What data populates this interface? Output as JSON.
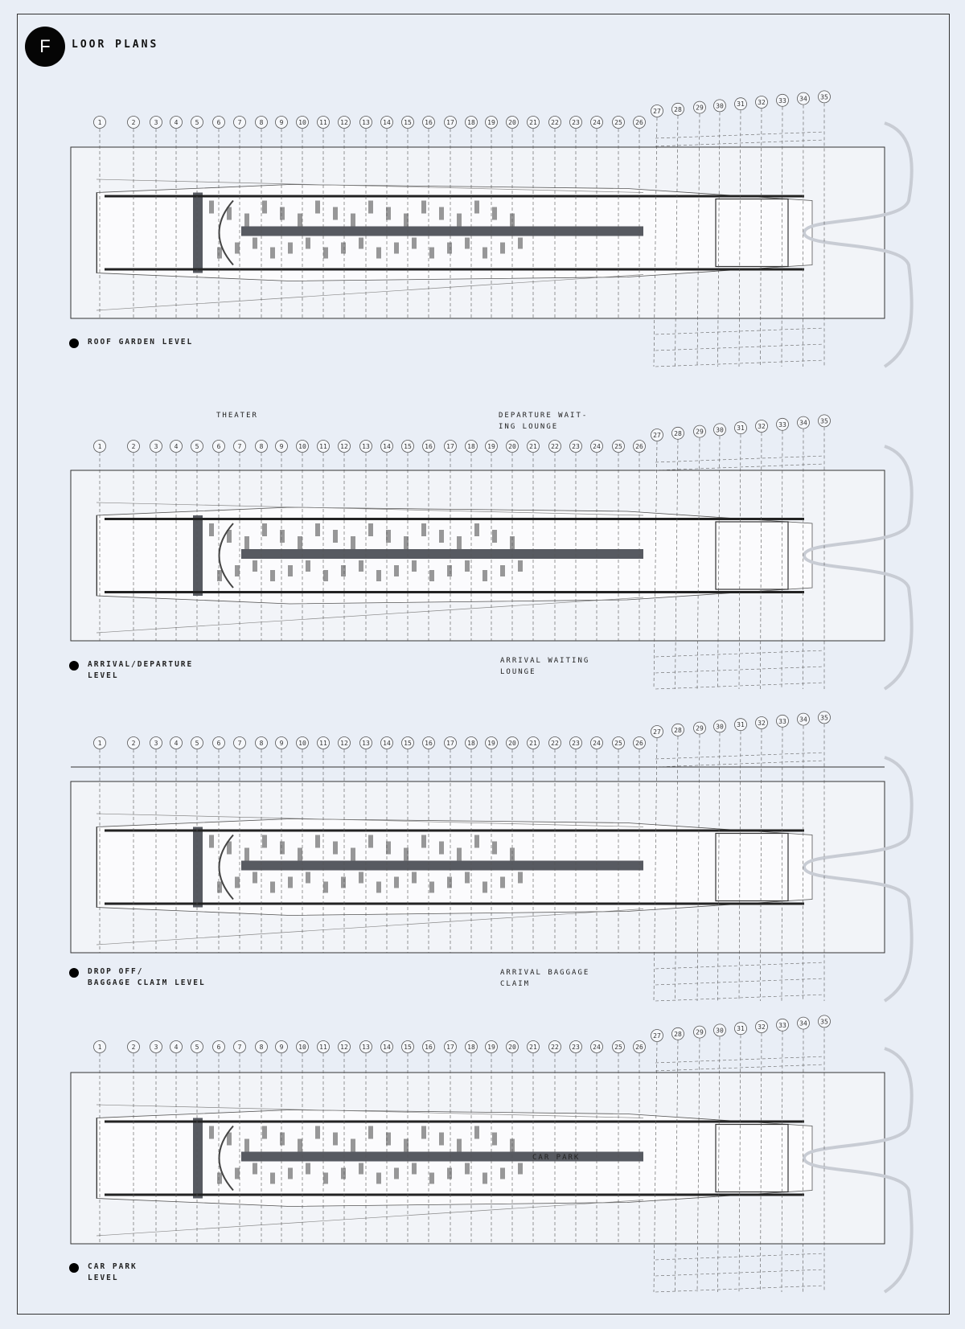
{
  "sheet": {
    "logo_letter": "F",
    "title": "LOOR PLANS"
  },
  "grid_labels": [
    "1",
    "2",
    "3",
    "4",
    "5",
    "6",
    "7",
    "8",
    "9",
    "10",
    "11",
    "12",
    "13",
    "14",
    "15",
    "16",
    "17",
    "18",
    "19",
    "20",
    "21",
    "22",
    "23",
    "24",
    "25",
    "26",
    "27",
    "28",
    "29",
    "30",
    "31",
    "32",
    "33",
    "34",
    "35"
  ],
  "plans": [
    {
      "level_line1": "ROOF GARDEN LEVEL",
      "level_line2": ""
    },
    {
      "level_line1": "ARRIVAL/DEPARTURE",
      "level_line2": "LEVEL"
    },
    {
      "level_line1": "DROP OFF/",
      "level_line2": "BAGGAGE CLAIM LEVEL"
    },
    {
      "level_line1": "CAR PARK",
      "level_line2": "LEVEL"
    }
  ],
  "annotations": {
    "theater": "THEATER",
    "departure_lounge": "DEPARTURE WAIT-\nING LOUNGE",
    "arrival_lounge": "ARRIVAL WAITING\nLOUNGE",
    "baggage_claim": "ARRIVAL BAGGAGE\nCLAIM",
    "car_park": "CAR PARK"
  },
  "colors": {
    "ink": "#111111",
    "paper": "#e9eef6",
    "shadow": "#3a3d45"
  }
}
